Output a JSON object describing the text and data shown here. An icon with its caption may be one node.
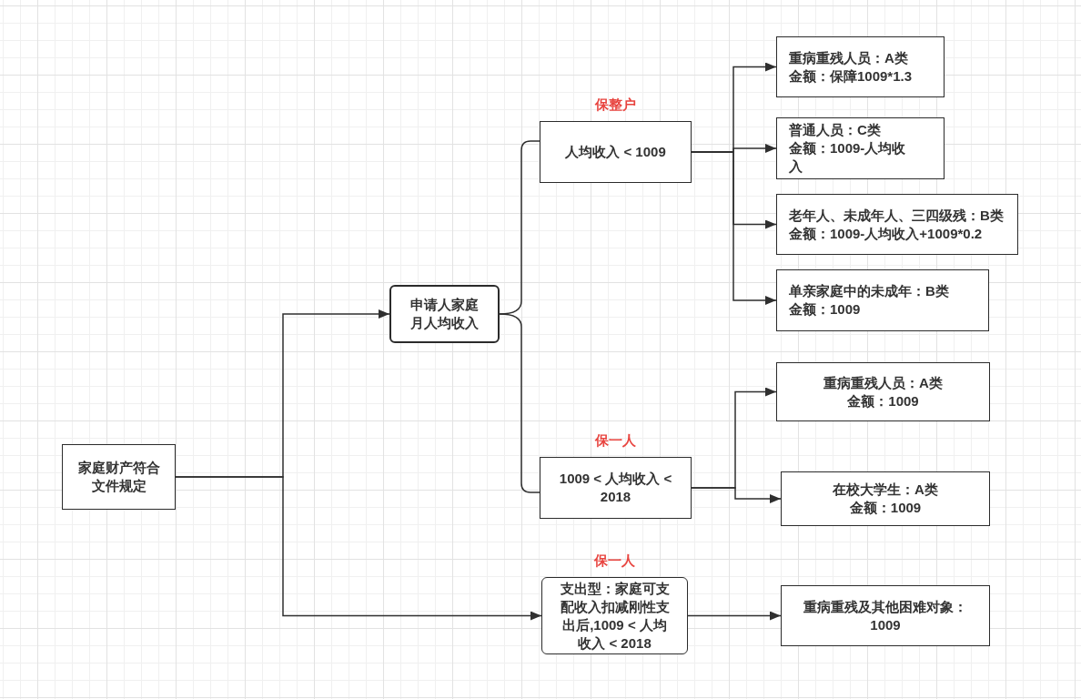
{
  "diagram": {
    "nodes": [
      {
        "text": [
          "家庭财产符合文件规定"
        ]
      },
      {
        "text": [
          "申请人家庭月人均收入"
        ]
      },
      {
        "text": [
          "人均收入 < 1009"
        ],
        "beside": [
          "保整户"
        ]
      },
      {
        "text": [
          "1009 < 人均收入 < 2018"
        ],
        "beside": [
          "保一人"
        ]
      },
      {
        "text": [
          "支出型：家庭可支配收入扣减刚性支出后,1009 < 人均收入 < 2018"
        ],
        "beside": [
          "保一人"
        ]
      },
      {
        "text": [
          "重病重残人员：A类",
          "金额：保障1009*1.3"
        ]
      },
      {
        "text": [
          "普通人员：C类",
          "金额：1009-人均收入"
        ]
      },
      {
        "text": [
          "老年人、未成年人、三四级残：B类",
          "金额：1009-人均收入+1009*0.2"
        ]
      },
      {
        "text": [
          "单亲家庭中的未成年：B类",
          "金额：1009"
        ]
      },
      {
        "text": [
          "重病重残人员：A类",
          "金额：1009"
        ]
      },
      {
        "text": [
          "在校大学生：A类",
          "金额：1009"
        ]
      },
      {
        "text": [
          "重病重残及其他困难对象：1009"
        ]
      }
    ],
    "edges": [
      {
        "from": 0,
        "to": 1,
        "arrow": "to"
      },
      {
        "from": 0,
        "to": 4,
        "arrow": "to"
      },
      {
        "from": 1,
        "to": 2,
        "arrow": "none"
      },
      {
        "from": 1,
        "to": 3,
        "arrow": "none"
      },
      {
        "from": 2,
        "to": 5,
        "arrow": "to"
      },
      {
        "from": 2,
        "to": 6,
        "arrow": "to"
      },
      {
        "from": 2,
        "to": 7,
        "arrow": "to"
      },
      {
        "from": 2,
        "to": 8,
        "arrow": "to"
      },
      {
        "from": 3,
        "to": 9,
        "arrow": "to"
      },
      {
        "from": 3,
        "to": 10,
        "arrow": "to"
      },
      {
        "from": 4,
        "to": 11,
        "arrow": "to"
      }
    ]
  }
}
